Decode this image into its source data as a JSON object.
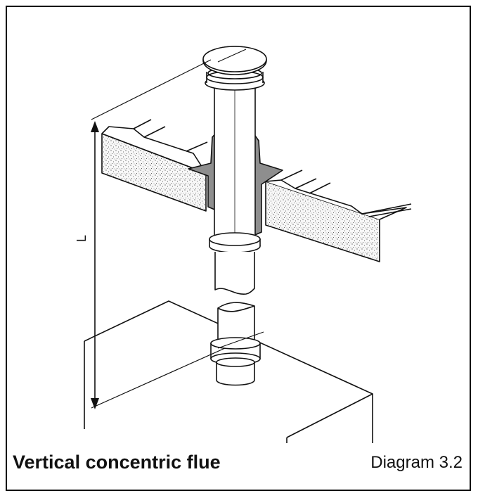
{
  "caption": {
    "title": "Vertical concentric flue",
    "diagram_ref": "Diagram 3.2"
  },
  "labels": {
    "length": "L"
  },
  "colors": {
    "stroke": "#111111",
    "seal": "#8e8e8e",
    "insulation": "#f7f7f7",
    "background": "#ffffff"
  }
}
